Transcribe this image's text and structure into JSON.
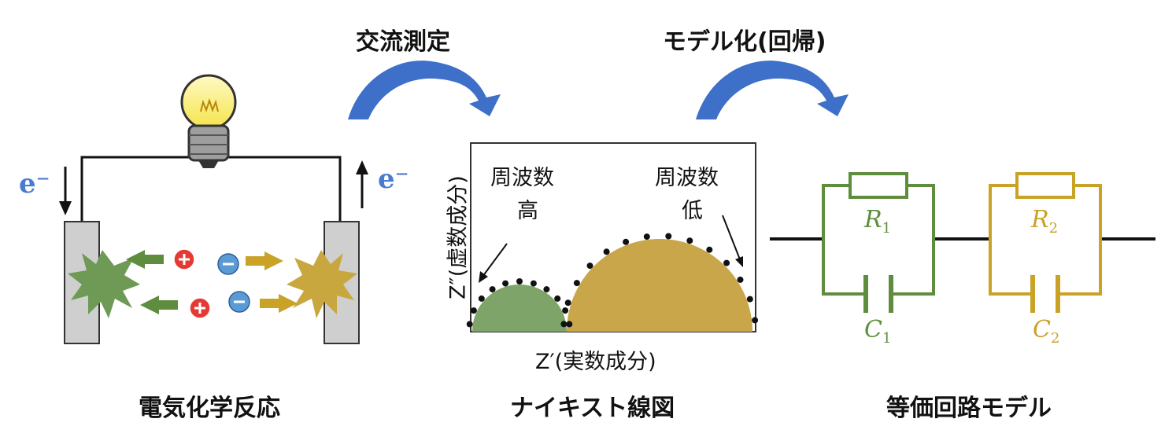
{
  "captions": {
    "electrochem": "電気化学反応",
    "nyquist": "ナイキスト線図",
    "circuit": "等価回路モデル"
  },
  "arrows": {
    "measure": "交流測定",
    "model": "モデル化(回帰)"
  },
  "electrons": {
    "left": "e⁻",
    "right": "e⁻"
  },
  "plot": {
    "high_freq_label": "周波数",
    "high_freq_value": "高",
    "low_freq_label": "周波数",
    "low_freq_value": "低",
    "y_axis_label": "Z″(虚数成分)",
    "x_axis_label": "Z′(実数成分)"
  },
  "circuit_components": {
    "r1_name": "R",
    "r1_sub": "1",
    "c1_name": "C",
    "c1_sub": "1",
    "r2_name": "R",
    "r2_sub": "2",
    "c2_name": "C",
    "c2_sub": "2"
  },
  "colors": {
    "accent_blue": "#3e6fc9",
    "green": "#5f8d3e",
    "gold": "#c9a227",
    "green_fill": "#7ea46a",
    "gold_fill": "#c9a64a",
    "electrode": "#cfcfcf",
    "cation": "#e53935",
    "anion": "#5b9bd5"
  }
}
